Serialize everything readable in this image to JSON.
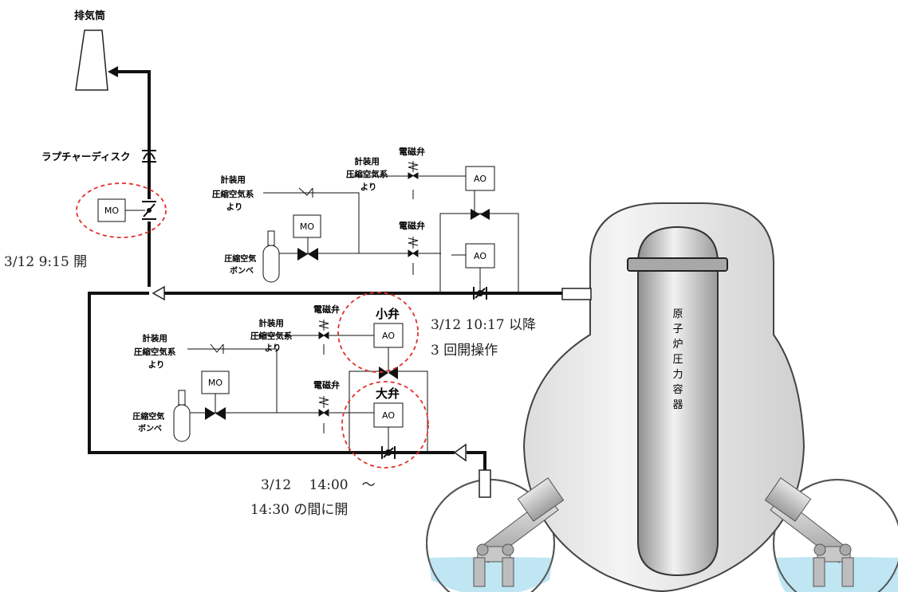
{
  "labels": {
    "stack": "排気筒",
    "rupture_disk": "ラプチャーディスク",
    "rpv": "原子炉圧力容器"
  },
  "upper_train": {
    "instrument_air": [
      "計装用",
      "圧縮空気系",
      "より"
    ],
    "solenoid_1": "電磁弁",
    "solenoid_2": "電磁弁",
    "ao_1": "AO",
    "ao_2": "AO",
    "mo": "MO",
    "cylinder": [
      "圧縮空気",
      "ボンベ"
    ]
  },
  "lower_train": {
    "instrument_air": [
      "計装用",
      "圧縮空気系",
      "より"
    ],
    "solenoid_1": "電磁弁",
    "solenoid_2": "電磁弁",
    "small_valve_title": "小弁",
    "large_valve_title": "大弁",
    "ao_small": "AO",
    "ao_large": "AO",
    "mo": "MO",
    "cylinder": [
      "圧縮空気",
      "ボンベ"
    ]
  },
  "vent_mo": "MO",
  "annotations": {
    "mo_open": "3/12 9:15 開",
    "small_valve": [
      "3/12 10:17 以降",
      "3 回開操作"
    ],
    "large_valve": [
      "3/12　 14:00　～",
      "14:30 の間に開"
    ]
  },
  "colors": {
    "pipe": "#111111",
    "highlight_circle": "#e0332b",
    "rpv_shell": "#e4e4e4",
    "rpv_core": "#c9c9c9",
    "water": "#bfe6f2",
    "text": "#000000"
  }
}
